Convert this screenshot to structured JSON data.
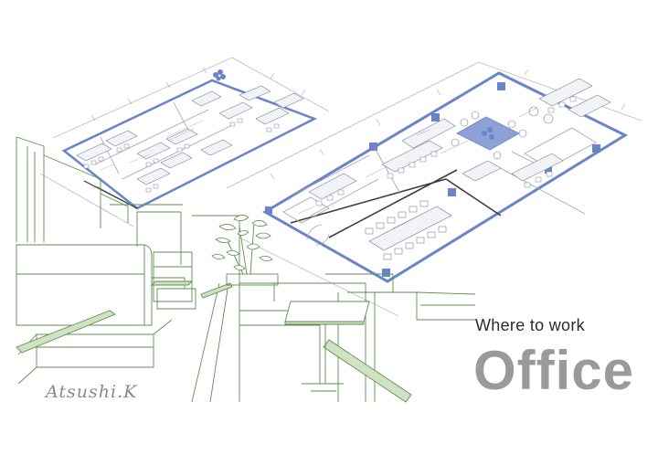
{
  "subtitle": "Where to work",
  "title": "Office",
  "signature": "Atsushi.K",
  "colors": {
    "floor_wall": "#6a84c9",
    "floor_line": "#9ea3b3",
    "furniture": "#5f8f4e",
    "furniture_fill": "#cfe3c4",
    "title": "#9a9a9a"
  }
}
